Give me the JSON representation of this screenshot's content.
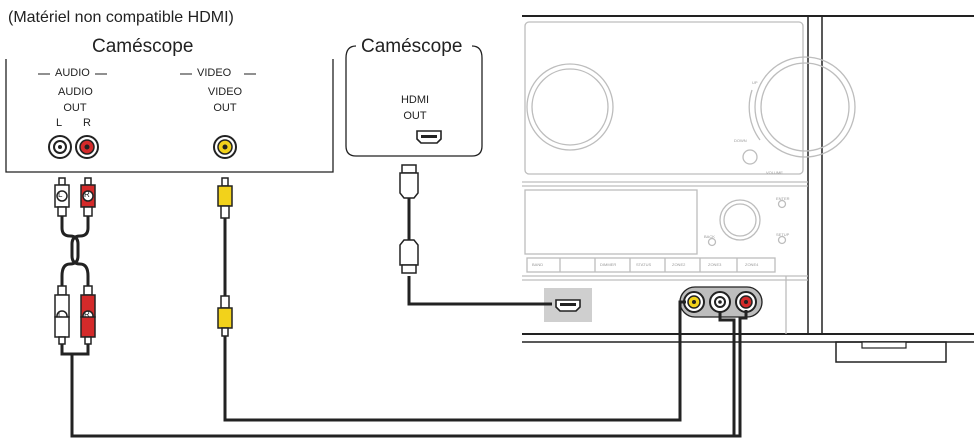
{
  "header_note": "(Matériel non compatible HDMI)",
  "camcorder_analog": {
    "title": "Caméscope",
    "audio_section": "AUDIO",
    "audio_out": [
      "AUDIO",
      "OUT"
    ],
    "left_label": "L",
    "right_label": "R",
    "video_section": "VIDEO",
    "video_out": [
      "VIDEO",
      "OUT"
    ]
  },
  "camcorder_hdmi": {
    "title": "Caméscope",
    "hdmi_out": [
      "HDMI",
      "OUT"
    ]
  },
  "plug_marks": {
    "left": "L",
    "right": "R"
  },
  "receiver": {
    "knob_labels": [
      "UP",
      "DOWN",
      "VOLUME"
    ],
    "button_labels": [
      "BACK",
      "ENTER",
      "SETUP"
    ],
    "panel_buttons": [
      "BAND",
      "DIMMER",
      "STATUS",
      "ZONE2",
      "ZONE3",
      "ZONE4"
    ],
    "colors": {
      "video": "#f2d21b",
      "audio_l": "#ffffff",
      "audio_r": "#d42a2a",
      "hdmi_port_bg": "#cfcfcf"
    }
  }
}
